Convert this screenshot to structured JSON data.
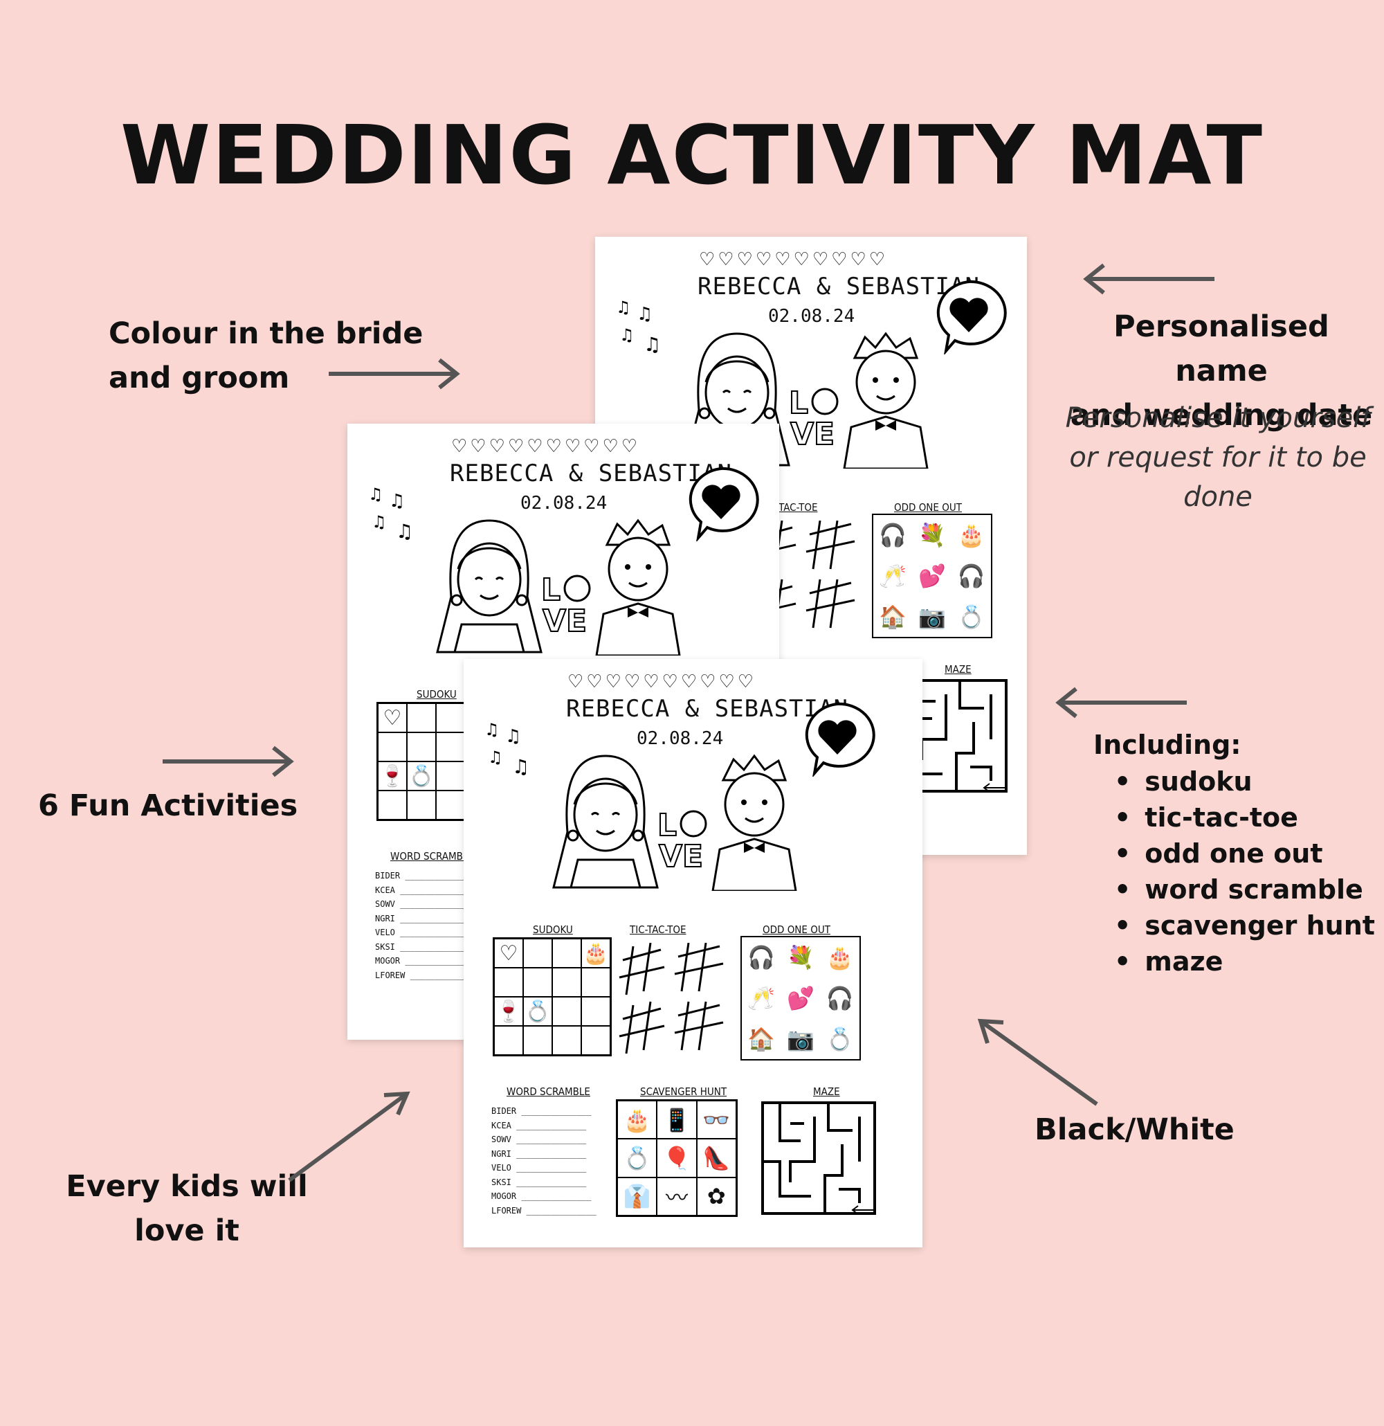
{
  "title": "WEDDING ACTIVITY MAT",
  "callouts": {
    "colour_line1": "Colour in the bride",
    "colour_line2": "and groom",
    "personalised_line1": "Personalised name",
    "personalised_line2": "and wedding date",
    "personalise_note_line1": "Personalise it yourself",
    "personalise_note_line2": "or request for it to be",
    "personalise_note_line3": "done",
    "fun_activities": "6 Fun Activities",
    "including": "Including:",
    "activities": [
      "sudoku",
      "tic-tac-toe",
      "odd one out",
      "word scramble",
      "scavenger hunt",
      "maze"
    ],
    "black_white": "Black/White",
    "kids_line1": "Every kids will",
    "kids_line2": "love it"
  },
  "sheet": {
    "hearts": "♡♡♡♡♡♡♡♡♡♡",
    "names": "REBECCA & SEBASTIAN",
    "date": "02.08.24",
    "love": "LOVE",
    "sudoku_title": "SUDOKU",
    "tictactoe_title": "TIC-TAC-TOE",
    "odd_title": "ODD ONE OUT",
    "scramble_title": "WORD SCRAMBLE",
    "hunt_title": "SCAVENGER HUNT",
    "maze_title": "MAZE",
    "scramble_words": [
      "BIDER",
      "KCEA",
      "SOWV",
      "NGRI",
      "VELO",
      "SKSI",
      "MOGOR",
      "LFOREW"
    ]
  },
  "colors": {
    "background": "#fad7d2",
    "arrow": "#555555",
    "text": "#111111"
  }
}
